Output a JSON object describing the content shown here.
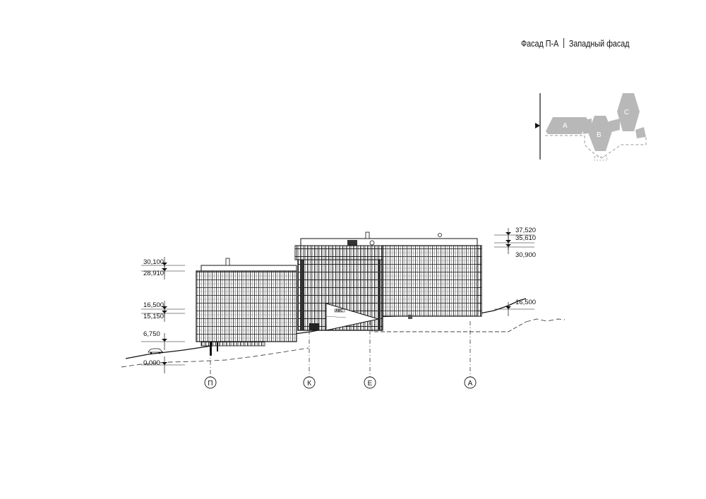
{
  "title": {
    "main": "Фасад П-А",
    "secondary": "Западный фасад"
  },
  "key_plan": {
    "blocks": [
      {
        "label": "A",
        "color": "#b8b8b8"
      },
      {
        "label": "B",
        "color": "#b8b8b8"
      },
      {
        "label": "C",
        "color": "#b8b8b8"
      }
    ],
    "view_arrow": "arrow-right-icon"
  },
  "levels_left": [
    {
      "id": "l30100",
      "value": "30,100"
    },
    {
      "id": "l28910",
      "value": "28,910"
    },
    {
      "id": "l16500",
      "value": "16,500"
    },
    {
      "id": "l15150",
      "value": "15,150"
    },
    {
      "id": "l6750",
      "value": "6,750"
    },
    {
      "id": "l0000",
      "value": "0,000"
    }
  ],
  "levels_right": [
    {
      "id": "r37520",
      "value": "37,520"
    },
    {
      "id": "r35610",
      "value": "35,610"
    },
    {
      "id": "r30900",
      "value": "30,900"
    },
    {
      "id": "r16500",
      "value": "16,500"
    }
  ],
  "grid_axes": [
    "П",
    "К",
    "Е",
    "А"
  ],
  "colors": {
    "line": "#111111",
    "facade_fill": "#ffffff",
    "key_plan_fill": "#b8b8b8",
    "dashed": "#555555"
  }
}
